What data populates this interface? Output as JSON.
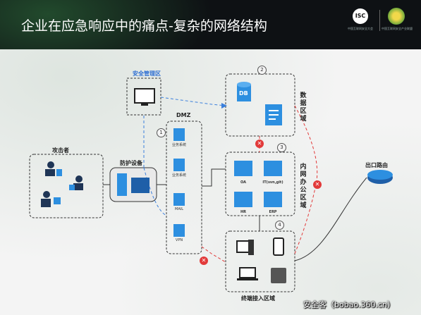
{
  "header": {
    "title": "企业在应急响应中的痛点-复杂的网络结构",
    "logo_isc_text": "ISC",
    "logo_isc_caption": "中国互联网安全大会",
    "logo_emblem_caption": "中国互联网安全产业联盟"
  },
  "zones": {
    "security_mgmt": "安全管理区",
    "dmz": "DMZ",
    "data_zone": "数据区域",
    "office_zone": "内网办公区域",
    "terminal_zone": "终端接入区域",
    "firewall": "防护设备",
    "attacker": "攻击者",
    "exit_router": "出口路由"
  },
  "steps": [
    "1",
    "2",
    "3",
    "4"
  ],
  "dmz_servers": [
    "业务系统",
    "业务系统",
    "MAIL",
    "VPN"
  ],
  "office_systems": [
    "OA",
    "IT(svn,git)",
    "HR",
    "ERP"
  ],
  "db_label": "DB",
  "blocked_mark": "✕",
  "watermark": "安全客（bobao.360.cn）",
  "colors": {
    "blue_link": "#3a7fdc",
    "red_link": "#e23a3a",
    "box_border": "#333333",
    "icon_blue": "#2d8fe0"
  }
}
